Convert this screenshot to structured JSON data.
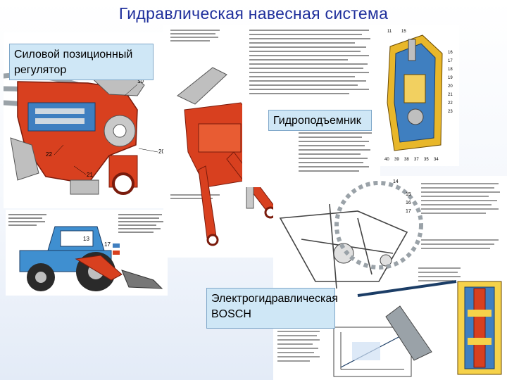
{
  "slide": {
    "title": "Гидравлическая навесная система",
    "captions": {
      "regulator": "Силовой позиционный регулятор",
      "lift": "Гидроподъемник",
      "bosch": "Электрогидравлическая BOSCH"
    },
    "colors": {
      "title": "#1f2f9c",
      "caption_bg": "#cfe7f6",
      "hydraulic_red": "#d8401f",
      "oil_blue": "#3f7fc0",
      "tractor_blue": "#3f8fd0"
    },
    "figures": {
      "regulator": {
        "callouts": [
          "10",
          "20",
          "21",
          "22"
        ]
      },
      "tractor": {
        "callouts": [
          "13",
          "17"
        ]
      },
      "cross_section": {
        "callouts": [
          "11",
          "15",
          "16",
          "17",
          "18",
          "19",
          "20",
          "21",
          "22",
          "23",
          "40",
          "39",
          "38",
          "37",
          "35",
          "34"
        ]
      },
      "bosch": {
        "callouts": [
          "14",
          "15",
          "16",
          "17"
        ]
      }
    }
  }
}
